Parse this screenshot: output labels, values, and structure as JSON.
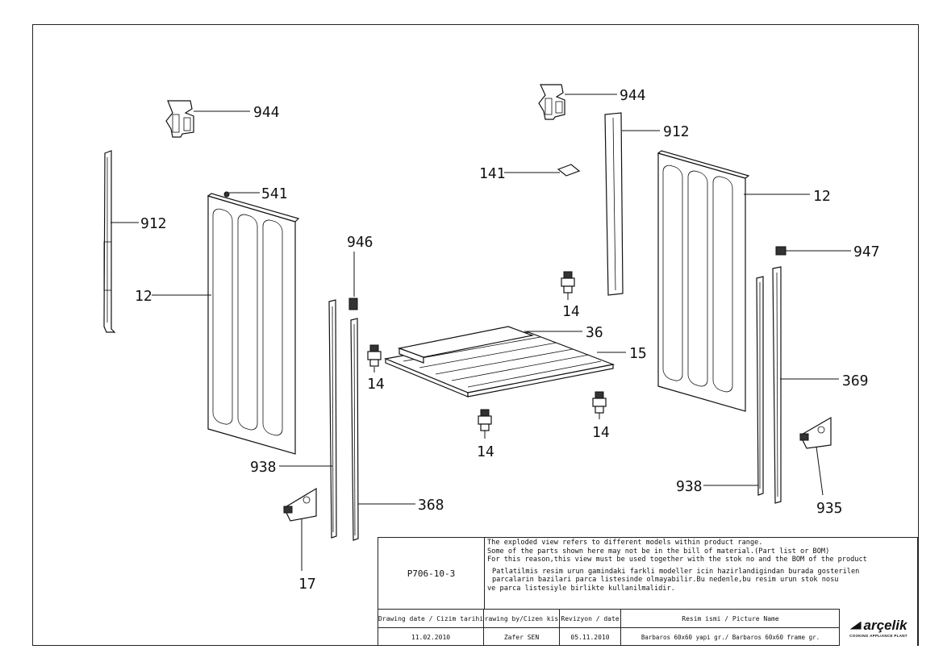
{
  "callouts": {
    "c944a": "944",
    "c912a": "912",
    "c541": "541",
    "c12a": "12",
    "c946": "946",
    "c14a": "14",
    "c938a": "938",
    "c368": "368",
    "c17": "17",
    "c944b": "944",
    "c912b": "912",
    "c141": "141",
    "c12b": "12",
    "c947": "947",
    "c14b": "14",
    "c36": "36",
    "c15": "15",
    "c14c": "14",
    "c14d": "14",
    "c369": "369",
    "c938b": "938",
    "c935": "935"
  },
  "title_block": {
    "code": "P706-10-3",
    "note_en_1": "The exploded view refers to different models within product range.",
    "note_en_2": "Some of the parts shown here may not be in the bill of material.(Part list or BOM)",
    "note_en_3": "For this reason,this view must be used together with the stok no and the BOM of the product",
    "note_tr_1": "Patlatilmis resim urun gamindaki farkli modeller icin hazirlandigindan burada gosterilen",
    "note_tr_2": "parcalarin bazilari parca listesinde olmayabilir.Bu nedenle,bu resim urun stok nosu",
    "note_tr_3": "ve parca listesiyle birlikte kullanilmalidir.",
    "h_drawing_date": "Drawing date / Cizim tarihi",
    "h_drawing_by": "Drawing by/Cizen kisi",
    "h_revision": "Revizyon / date",
    "h_picture_name": "Resim ismi / Picture Name",
    "v_drawing_date": "11.02.2010",
    "v_drawing_by": "Zafer SEN",
    "v_revision": "05.11.2010",
    "v_picture_name": "Barbaros 60x60 yapi gr./ Barbaros 60x60 frame gr.",
    "logo": "arçelik",
    "logo_sub": "COOKING APPLIANCE PLANT"
  }
}
